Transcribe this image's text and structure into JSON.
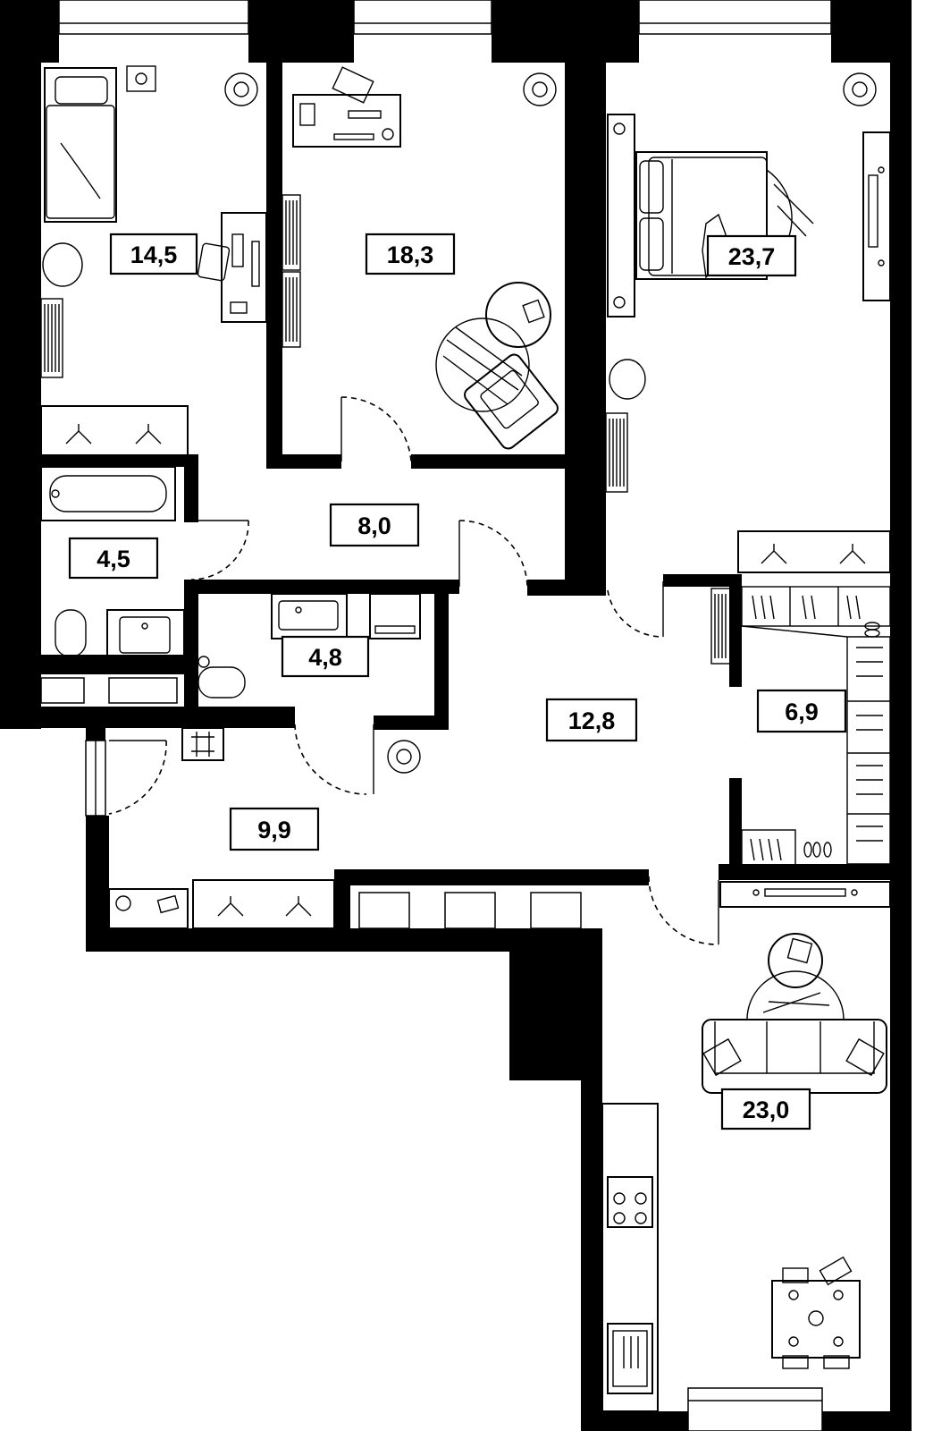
{
  "rooms": [
    {
      "id": "bedroom-1",
      "area": "14,5"
    },
    {
      "id": "bedroom-2",
      "area": "18,3"
    },
    {
      "id": "bedroom-3",
      "area": "23,7"
    },
    {
      "id": "corridor",
      "area": "8,0"
    },
    {
      "id": "bathroom",
      "area": "4,5"
    },
    {
      "id": "wc",
      "area": "4,8"
    },
    {
      "id": "hall",
      "area": "12,8"
    },
    {
      "id": "wardrobe",
      "area": "6,9"
    },
    {
      "id": "entrance",
      "area": "9,9"
    },
    {
      "id": "kitchen-living",
      "area": "23,0"
    }
  ],
  "icons": [
    "plant-icon",
    "bed-icon",
    "desk-icon",
    "chair-icon",
    "radiator-icon",
    "hanger-icon",
    "bathtub-icon",
    "toilet-icon",
    "sink-icon",
    "washing-machine-icon",
    "sofa-icon",
    "stove-icon",
    "dining-table-icon",
    "tv-icon",
    "rug-icon",
    "shoes-icon"
  ]
}
